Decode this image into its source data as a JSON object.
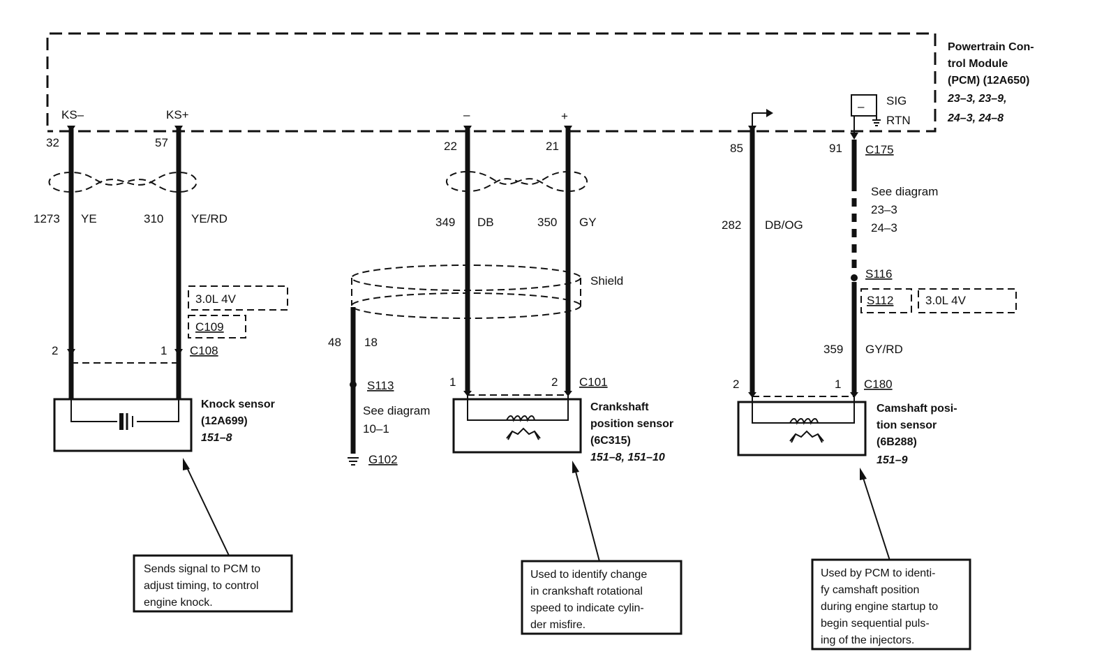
{
  "pcm": {
    "title_line1": "Powertrain Con-",
    "title_line2": "trol Module",
    "title_line3": "(PCM) (12A650)",
    "ref_line1": "23–3, 23–9,",
    "ref_line2": "24–3, 24–8",
    "pin_ks_minus": "KS–",
    "pin_ks_plus": "KS+",
    "pin_minus": "–",
    "pin_plus": "+",
    "sig": "SIG",
    "rtn": "RTN",
    "rtn_minus": "–"
  },
  "knock": {
    "pin_a": "32",
    "pin_b": "57",
    "circuit_a": "1273",
    "color_a": "YE",
    "circuit_b": "310",
    "color_b": "YE/RD",
    "engine_tag": "3.0L 4V",
    "alt_connector": "C109",
    "connector": "C108",
    "conn_pin_a": "2",
    "conn_pin_b": "1",
    "name_line1": "Knock sensor",
    "name_line2": "(12A699)",
    "ref": "151–8",
    "note_line1": "Sends signal to PCM to",
    "note_line2": "adjust timing, to control",
    "note_line3": "engine knock."
  },
  "crank": {
    "pin_a": "22",
    "pin_b": "21",
    "circuit_a": "349",
    "color_a": "DB",
    "circuit_b": "350",
    "color_b": "GY",
    "shield": "Shield",
    "shield_circuit": "48",
    "shield_gauge": "18",
    "splice": "S113",
    "see_line1": "See diagram",
    "see_line2": "10–1",
    "ground": "G102",
    "connector": "C101",
    "conn_pin_a": "1",
    "conn_pin_b": "2",
    "name_line1": "Crankshaft",
    "name_line2": "position sensor",
    "name_line3": "(6C315)",
    "ref": "151–8, 151–10",
    "note_line1": "Used to identify change",
    "note_line2": "in crankshaft rotational",
    "note_line3": "speed to indicate cylin-",
    "note_line4": "der misfire."
  },
  "cam": {
    "pin_a": "85",
    "pin_b": "91",
    "pcm_connector": "C175",
    "circuit_a": "282",
    "color_a": "DB/OG",
    "see_line1": "See diagram",
    "see_line2": "23–3",
    "see_line3": "24–3",
    "splice_a": "S116",
    "splice_b": "S112",
    "engine_tag": "3.0L 4V",
    "circuit_b": "359",
    "color_b": "GY/RD",
    "connector": "C180",
    "conn_pin_a": "2",
    "conn_pin_b": "1",
    "name_line1": "Camshaft posi-",
    "name_line2": "tion sensor",
    "name_line3": "(6B288)",
    "ref": "151–9",
    "note_line1": "Used by PCM to identi-",
    "note_line2": "fy camshaft position",
    "note_line3": "during engine startup to",
    "note_line4": "begin sequential puls-",
    "note_line5": "ing of the injectors."
  }
}
